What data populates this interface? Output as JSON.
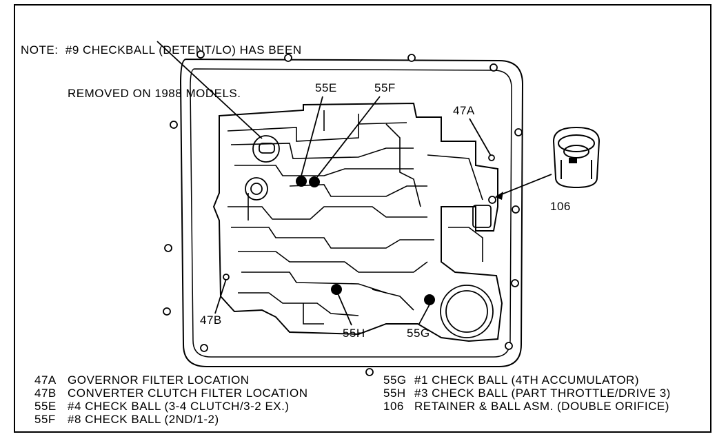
{
  "note": {
    "line1": "NOTE:  #9 CHECKBALL (DETENT/LO) HAS BEEN",
    "line2": "REMOVED ON 1988 MODELS."
  },
  "callouts": {
    "c55E": "55E",
    "c55F": "55F",
    "c47A": "47A",
    "c106": "106",
    "c47B": "47B",
    "c55H": "55H",
    "c55G": "55G"
  },
  "legend_left": [
    {
      "code": "47A",
      "text": "GOVERNOR FILTER LOCATION"
    },
    {
      "code": "47B",
      "text": "CONVERTER CLUTCH FILTER LOCATION"
    },
    {
      "code": "55E",
      "text": "#4 CHECK BALL (3-4 CLUTCH/3-2 EX.)"
    },
    {
      "code": "55F",
      "text": "#8 CHECK BALL (2ND/1-2)"
    }
  ],
  "legend_right": [
    {
      "code": "55G",
      "text": "#1 CHECK BALL (4TH ACCUMULATOR)"
    },
    {
      "code": "55H",
      "text": "#3 CHECK BALL (PART THROTTLE/DRIVE 3)"
    },
    {
      "code": "106",
      "text": "RETAINER & BALL ASM. (DOUBLE ORIFICE)"
    }
  ]
}
